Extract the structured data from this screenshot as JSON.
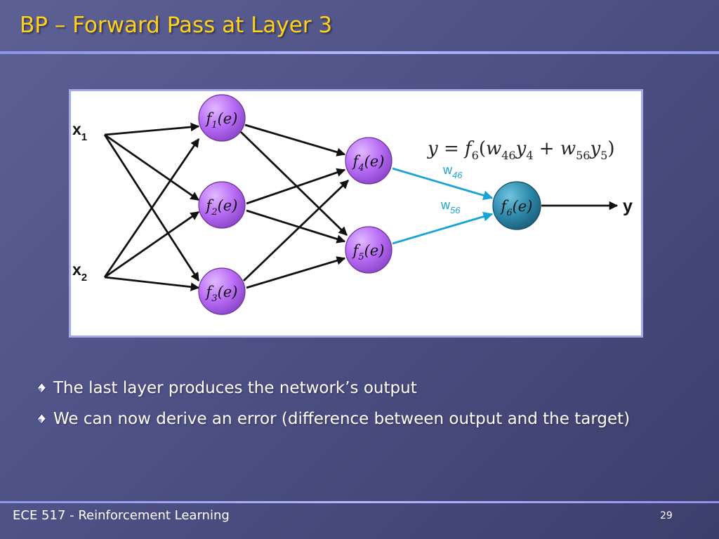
{
  "slide": {
    "title": "BP – Forward Pass at Layer 3",
    "footer": "ECE 517 - Reinforcement Learning",
    "page_number": "29"
  },
  "diagram": {
    "inputs": [
      {
        "label": "x",
        "sub": "1"
      },
      {
        "label": "x",
        "sub": "2"
      }
    ],
    "neurons": [
      {
        "label": "f",
        "sub": "1",
        "arg": "(e)"
      },
      {
        "label": "f",
        "sub": "2",
        "arg": "(e)"
      },
      {
        "label": "f",
        "sub": "3",
        "arg": "(e)"
      },
      {
        "label": "f",
        "sub": "4",
        "arg": "(e)"
      },
      {
        "label": "f",
        "sub": "5",
        "arg": "(e)"
      },
      {
        "label": "f",
        "sub": "6",
        "arg": "(e)"
      }
    ],
    "weights": [
      {
        "label": "w",
        "sub": "46"
      },
      {
        "label": "w",
        "sub": "56"
      }
    ],
    "output_label": "y",
    "equation": {
      "lhs": "y = ",
      "f": "f",
      "f_sub": "6",
      "open": "(",
      "w1": "w",
      "w1_sub": "46",
      "y1": "y",
      "y1_sub": "4",
      "plus": " + ",
      "w2": "w",
      "w2_sub": "56",
      "y2": "y",
      "y2_sub": "5",
      "close": ")"
    },
    "colors": {
      "neuron_fill": "#b86cf5",
      "output_fill": "#2c86a8",
      "highlight_arrow": "#1aa3d6",
      "arrow": "#111111"
    }
  },
  "bullets": [
    "The last layer produces the network’s output",
    "We can now derive an error (difference between output and the target)"
  ]
}
